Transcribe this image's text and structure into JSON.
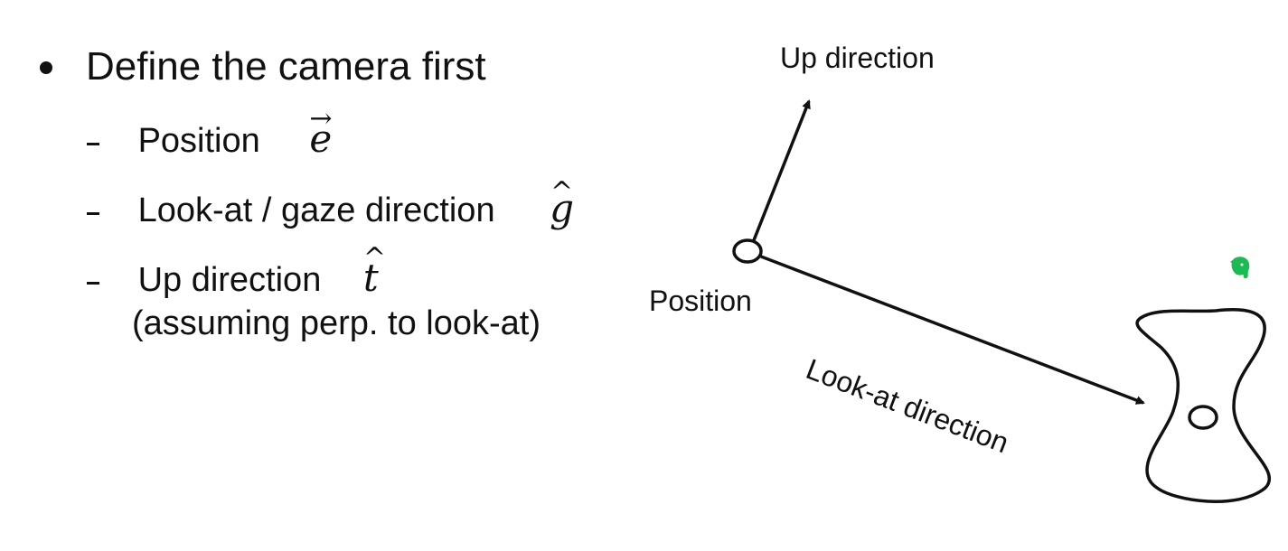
{
  "bullet": {
    "title": "Define the camera first"
  },
  "items": [
    {
      "label": "Position",
      "symbol": "e",
      "accent": "→"
    },
    {
      "label": "Look-at / gaze direction",
      "symbol": "g",
      "accent": "^"
    },
    {
      "label": "Up direction",
      "symbol": "t",
      "accent": "^",
      "note": "(assuming perp. to look-at)"
    }
  ],
  "diagram": {
    "up_label": "Up direction",
    "position_label": "Position",
    "lookat_label": "Look-at direction"
  },
  "icons": {
    "overlay": "evernote-elephant-icon",
    "overlay_color": "#1db954"
  }
}
